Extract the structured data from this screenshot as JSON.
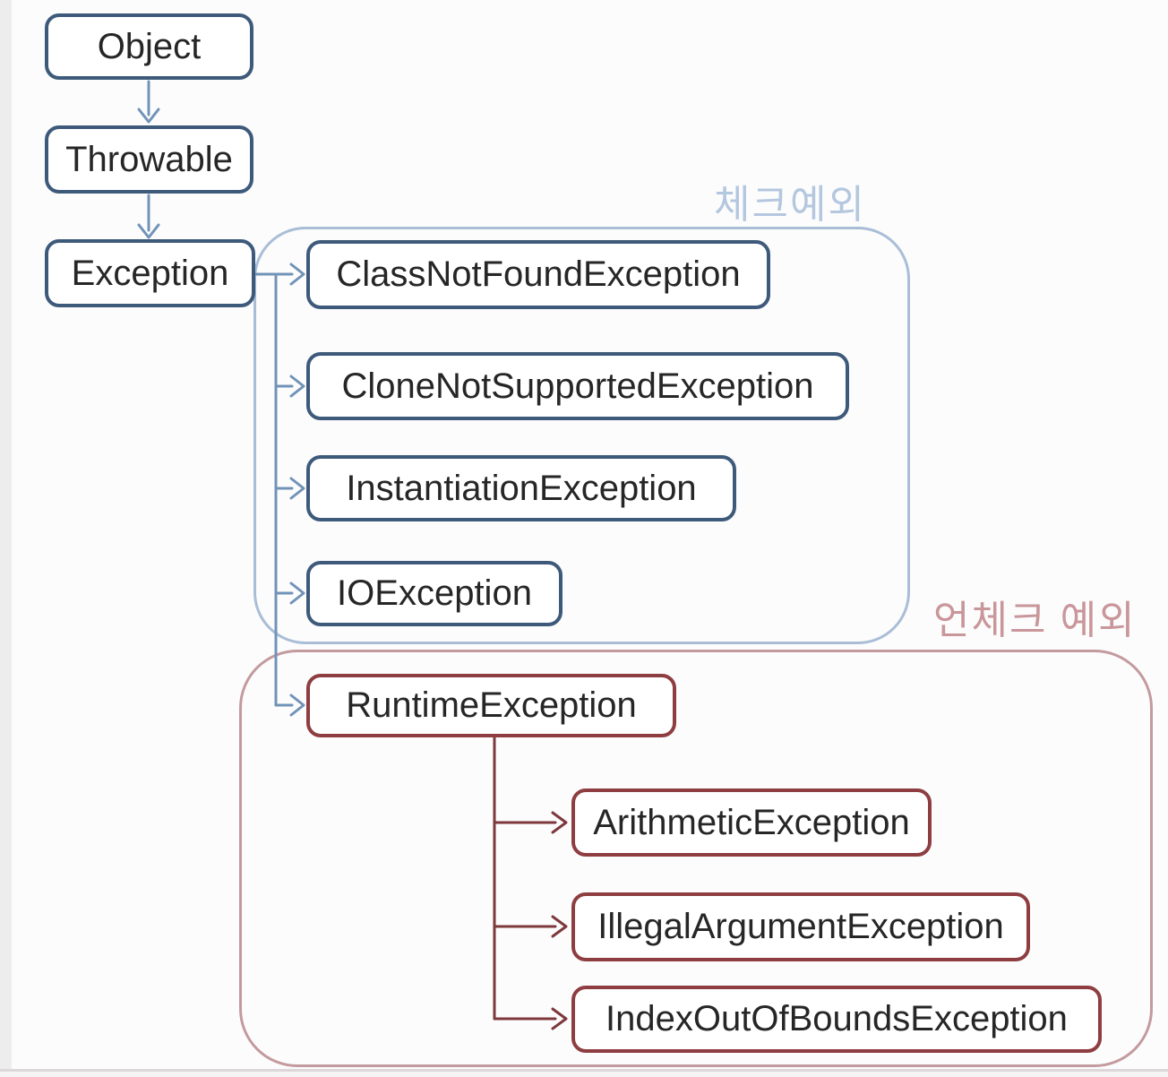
{
  "diagram": {
    "nodes": {
      "object": "Object",
      "throwable": "Throwable",
      "exception": "Exception",
      "class_not_found": "ClassNotFoundException",
      "clone_not_supported": "CloneNotSupportedException",
      "instantiation": "InstantiationException",
      "io": "IOException",
      "runtime": "RuntimeException",
      "arithmetic": "ArithmeticException",
      "illegal_argument": "IllegalArgumentException",
      "index_out_of_bounds": "IndexOutOfBoundsException"
    },
    "groups": {
      "checked_label": "체크예외",
      "unchecked_label": "언체크 예외"
    },
    "edges": [
      {
        "from": "Object",
        "to": "Throwable"
      },
      {
        "from": "Throwable",
        "to": "Exception"
      },
      {
        "from": "Exception",
        "to": "ClassNotFoundException"
      },
      {
        "from": "Exception",
        "to": "CloneNotSupportedException"
      },
      {
        "from": "Exception",
        "to": "InstantiationException"
      },
      {
        "from": "Exception",
        "to": "IOException"
      },
      {
        "from": "Exception",
        "to": "RuntimeException"
      },
      {
        "from": "RuntimeException",
        "to": "ArithmeticException"
      },
      {
        "from": "RuntimeException",
        "to": "IllegalArgumentException"
      },
      {
        "from": "RuntimeException",
        "to": "IndexOutOfBoundsException"
      }
    ]
  },
  "colors": {
    "blue-box-border": "#3e5a7a",
    "blue-line": "#7293b8",
    "blue-container": "#a9bed6",
    "blue-label": "#b4c7de",
    "red-box-border": "#8e3d40",
    "red-line": "#7e383b",
    "red-container": "#c39a9e",
    "red-label": "#c9969a",
    "node-text": "#262626",
    "background": "#fcfcfd"
  }
}
